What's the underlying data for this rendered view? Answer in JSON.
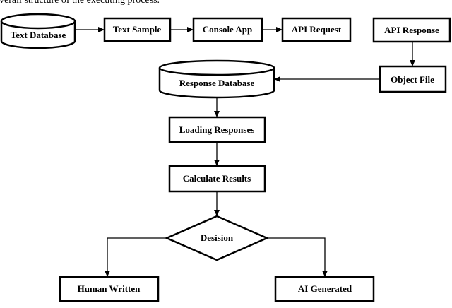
{
  "caption": "overall structure of the executing process.",
  "nodes": {
    "text_database": "Text Database",
    "text_sample": "Text Sample",
    "console_app": "Console App",
    "api_request": "API Request",
    "api_response": "API Response",
    "object_file": "Object File",
    "response_database": "Response Database",
    "loading_responses": "Loading Responses",
    "calculate_results": "Calculate Results",
    "desision": "Desision",
    "human_written": "Human Written",
    "ai_generated": "AI Generated"
  },
  "colors": {
    "stroke": "#000000",
    "fill": "#ffffff"
  }
}
